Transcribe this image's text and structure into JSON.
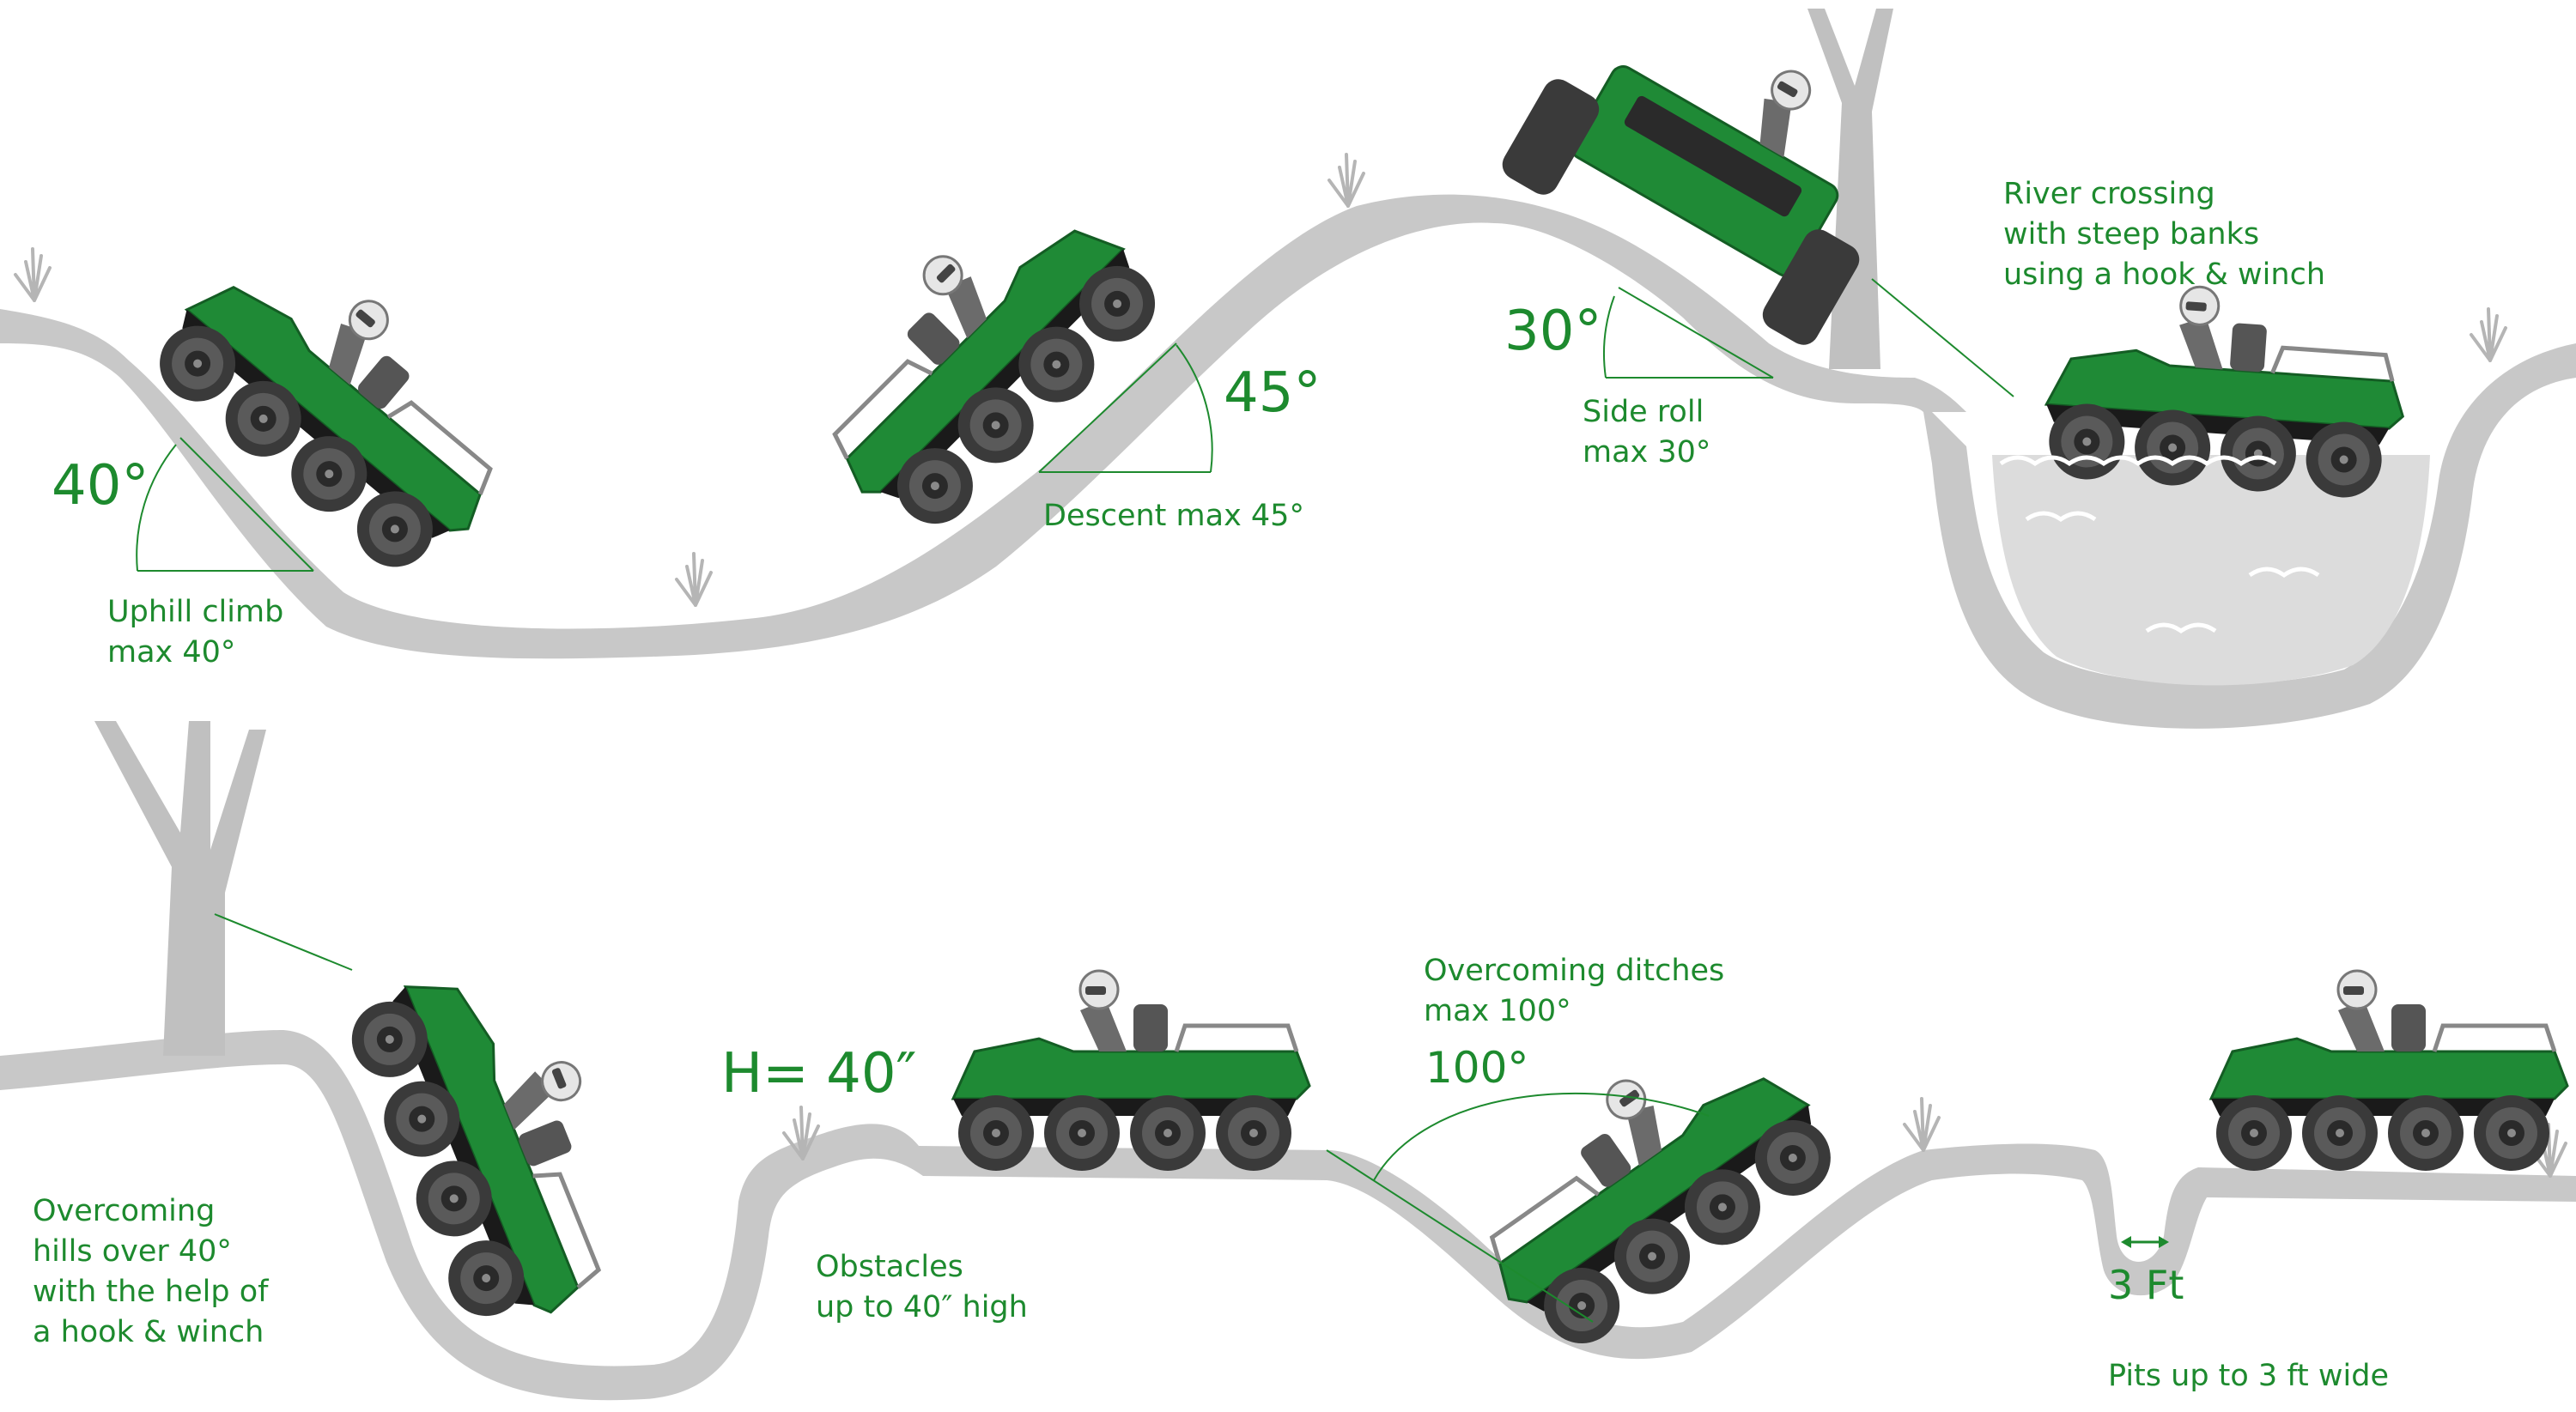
{
  "colors": {
    "accent_green": "#1d8a2e",
    "vehicle_green": "#1f8a36",
    "ground_gray": "#c8c8c8",
    "water_gray": "#d9d9d9",
    "tire_dark": "#3c3c3c",
    "rider_gray": "#6e6e6e"
  },
  "scenes": {
    "uphill": {
      "angle": "40°",
      "label_line1": "Uphill climb",
      "label_line2": "max 40°",
      "slope_deg": 40
    },
    "descent": {
      "angle": "45°",
      "label": "Descent max 45°",
      "slope_deg": 45
    },
    "side_roll": {
      "angle": "30°",
      "label_line1": "Side roll",
      "label_line2": "max 30°",
      "roll_deg": 30
    },
    "river": {
      "label_line1": "River crossing",
      "label_line2": "with steep banks",
      "label_line3": "using a hook & winch"
    },
    "hills_winch": {
      "label_line1": "Overcoming",
      "label_line2": "hills over 40°",
      "label_line3": "with the help of",
      "label_line4": "a hook & winch"
    },
    "obstacles": {
      "height": "H= 40″",
      "label_line1": "Obstacles",
      "label_line2": "up to 40″ high"
    },
    "ditches": {
      "angle": "100°",
      "label_line1": "Overcoming ditches",
      "label_line2": "max 100°",
      "angle_deg": 100
    },
    "pits": {
      "width": "3 Ft",
      "label": "Pits up to 3 ft wide"
    }
  }
}
